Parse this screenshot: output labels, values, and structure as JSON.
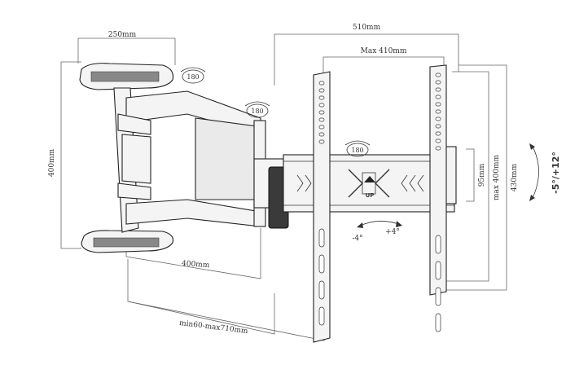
{
  "dimensions": {
    "width_510": "510mm",
    "max_410": "Max 410mm",
    "arm_250": "250mm",
    "height_400_left": "400mm",
    "depth_400": "400mm",
    "extension": "min60-max710mm",
    "hole_95": "95mm",
    "max_400": "max 400mm",
    "height_430": "430mm"
  },
  "rotations": {
    "r1": "180",
    "r2": "180",
    "r3": "180"
  },
  "tilt": {
    "angle": "-5°/+12°",
    "minus": "-4°",
    "plus": "+4°"
  },
  "plate_label": "UP"
}
